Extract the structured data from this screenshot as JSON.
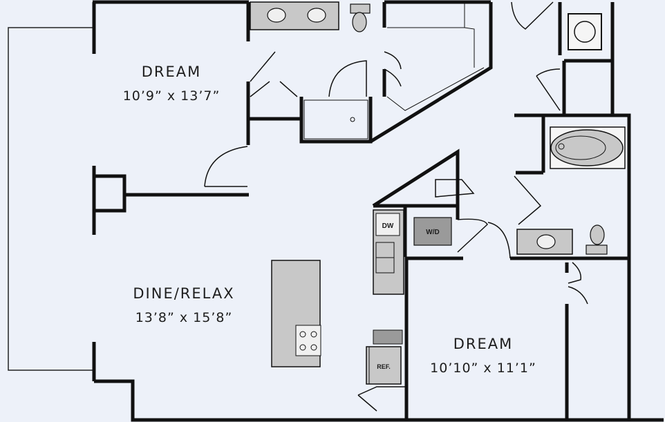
{
  "rooms": {
    "bedroom_1": {
      "name": "DREAM",
      "size": "10’9” x 13’7”"
    },
    "living": {
      "name": "DINE/RELAX",
      "size": "13’8” x 15’8”"
    },
    "bedroom_2": {
      "name": "DREAM",
      "size": "10’10” x 11’1”"
    }
  },
  "appliances": {
    "dishwasher": "DW",
    "washer_dryer": "W/D",
    "refrigerator": "REF."
  },
  "colors": {
    "background": "#edf1f9",
    "wall": "#111111",
    "fixture": "#c8c8c8",
    "fixture_dark": "#9a9a9a"
  }
}
